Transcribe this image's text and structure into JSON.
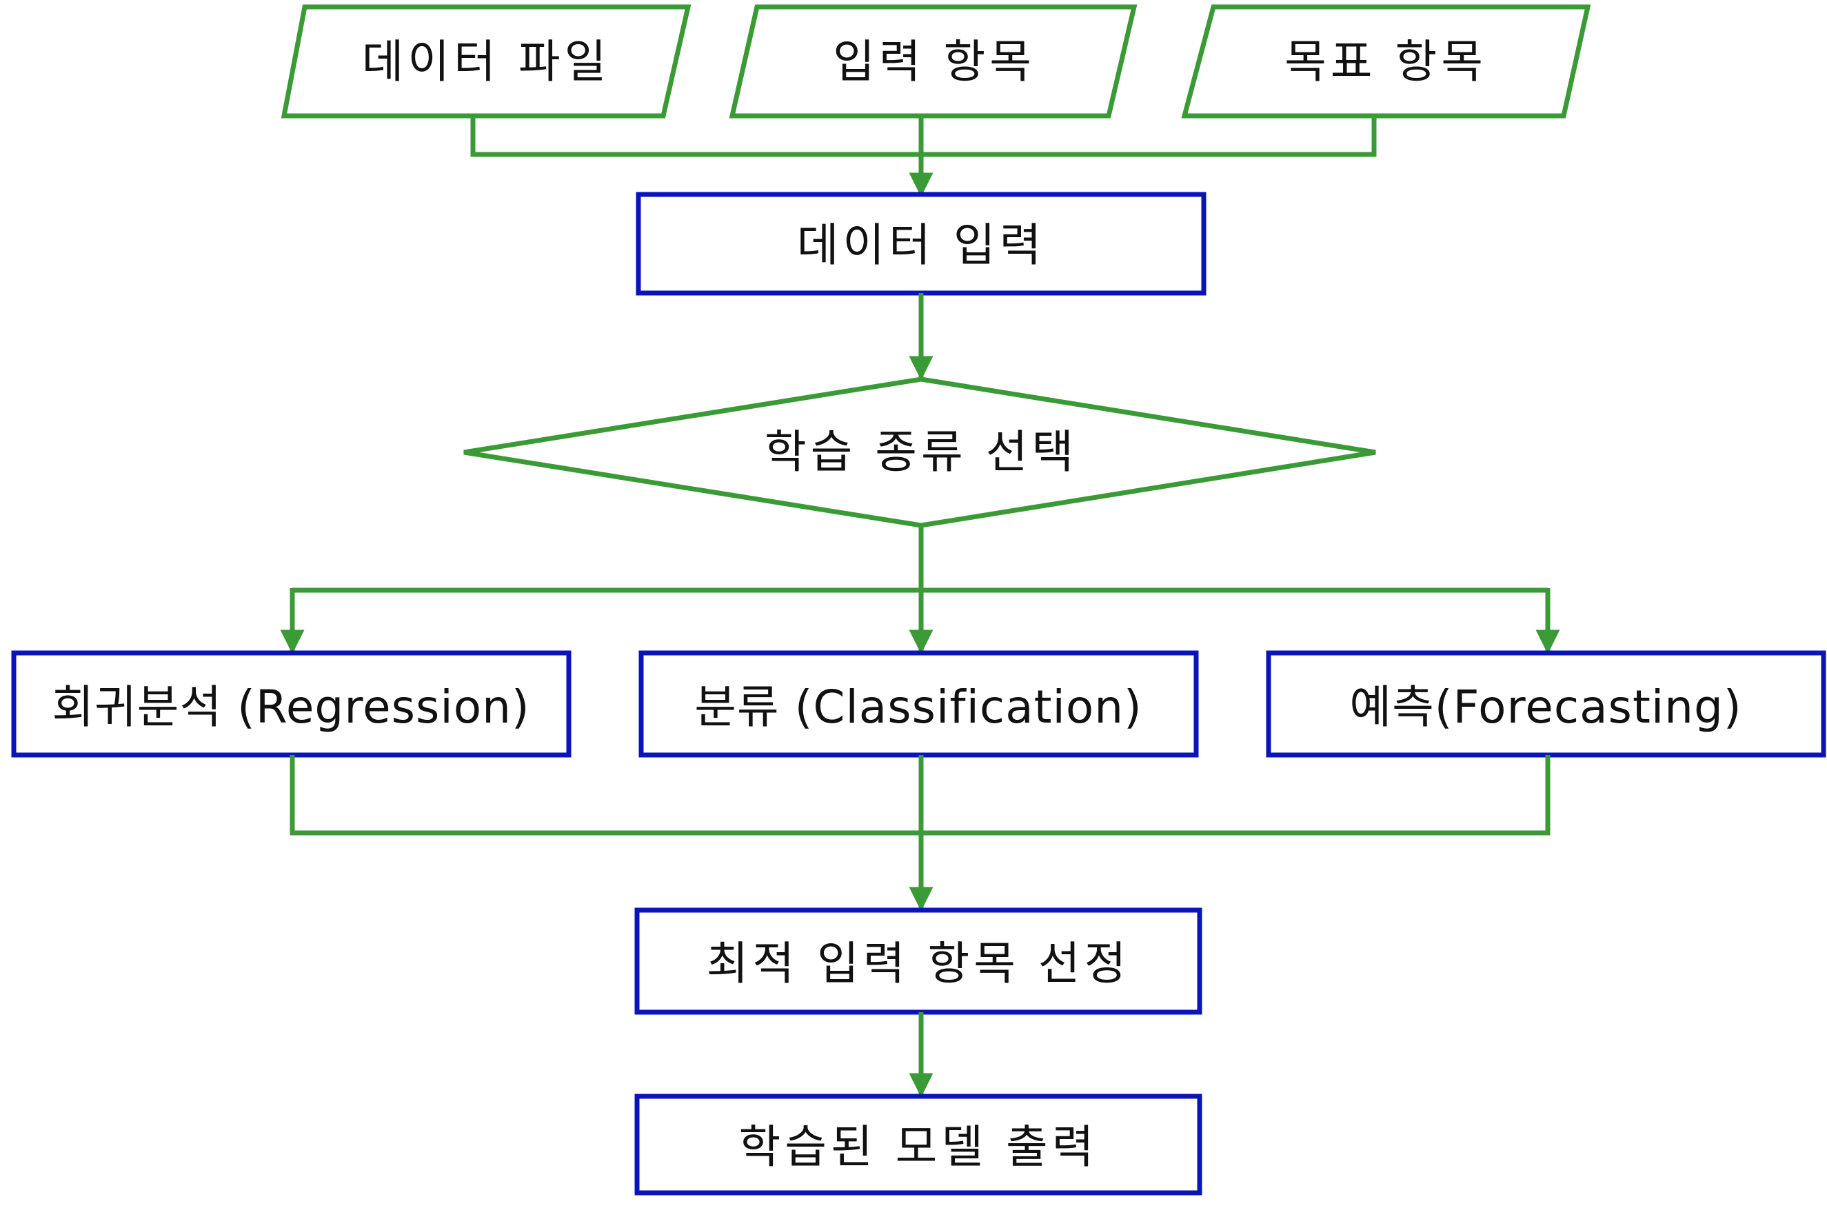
{
  "inputs": {
    "data_file": "데이터 파일",
    "input_items": "입력 항목",
    "target_items": "목표 항목"
  },
  "data_input": "데이터 입력",
  "decision": "학습 종류 선택",
  "methods": {
    "regression": "회귀분석 (Regression)",
    "classification": "분류 (Classification)",
    "forecasting": "예측(Forecasting)"
  },
  "optimal_selection": "최적 입력 항목 선정",
  "model_output": "학습된 모델 출력",
  "colors": {
    "input_border": "#3a9a35",
    "process_border": "#0a14b8",
    "connector": "#3a9a35"
  }
}
